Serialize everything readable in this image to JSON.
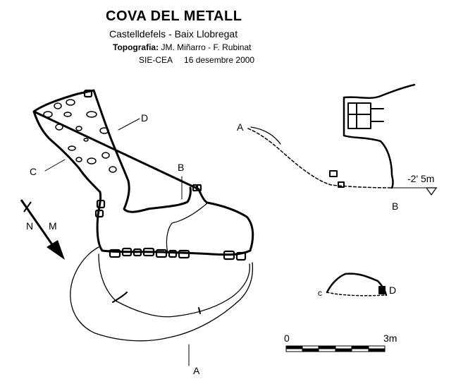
{
  "header": {
    "title": "COVA DEL METALL",
    "subtitle": "Castelldefels - Baix Llobregat",
    "topography_label": "Topografia:",
    "authors": "JM. Miñarro - F. Rubinat",
    "org_date": "SIE-CEA     16 desembre 2000"
  },
  "compass": {
    "north": "N",
    "magnetic": "M"
  },
  "plan_labels": {
    "a": "A",
    "b": "B",
    "c": "C",
    "d": "D"
  },
  "profile": {
    "start": "A",
    "end": "B",
    "depth": "-2' 5m"
  },
  "section": {
    "left": "c",
    "right": "D"
  },
  "scale": {
    "min": "0",
    "max": "3m",
    "length_m": 3
  }
}
